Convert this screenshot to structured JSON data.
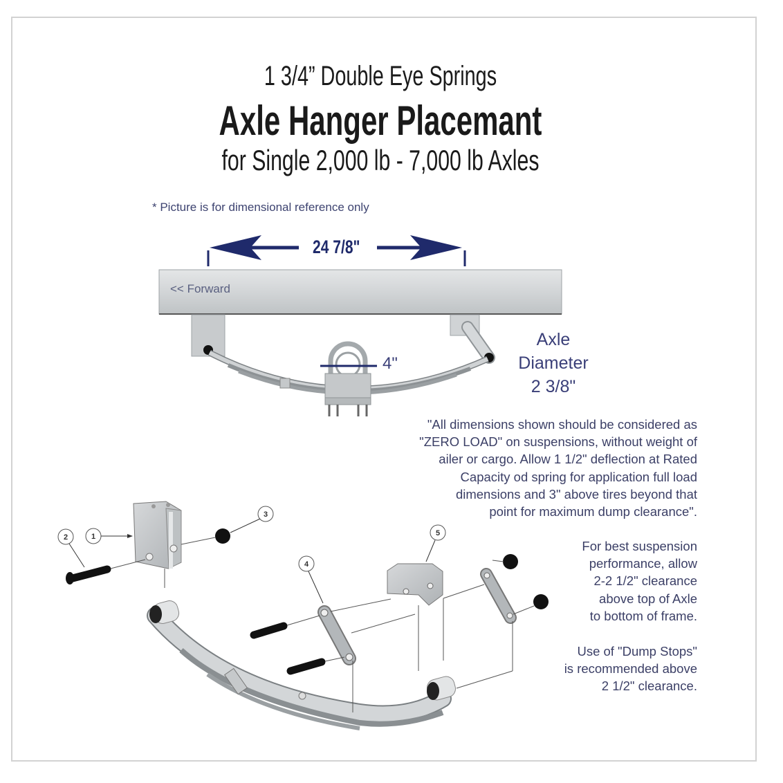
{
  "header": {
    "line1": "1 3/4” Double Eye Springs",
    "line2": "Axle Hanger Placemant",
    "line3": "for Single 2,000 lb - 7,000 lb Axles"
  },
  "note": "* Picture is for dimensional reference only",
  "top_diagram": {
    "hanger_spacing": "24 7/8\"",
    "frame_label": "<< Forward",
    "ubolt_width": "4\"",
    "axle_diameter": {
      "line1": "Axle",
      "line2": "Diameter",
      "line3": "2 3/8\""
    }
  },
  "notes": {
    "zero_load": "\"All dimensions shown should be considered as \"ZERO LOAD\" on suspensions, without weight of ailer or cargo. Allow 1 1/2\" deflection at Rated Capacity od spring for application full load dimensions and 3\" above tires beyond that point for maximum dump clearance\".",
    "zero_load_lines": [
      "\"All dimensions shown should be considered as",
      "\"ZERO LOAD\" on suspensions, without weight of",
      "ailer or cargo. Allow 1 1/2\" deflection at Rated",
      "Capacity od spring for application full load",
      "dimensions and 3\" above tires beyond that",
      "point for maximum dump clearance\"."
    ],
    "clearance_lines": [
      "For best suspension",
      "performance, allow",
      "2-2 1/2\" clearance",
      "above top of Axle",
      "to bottom of frame."
    ],
    "dump_stop_lines": [
      "Use of \"Dump Stops\"",
      "is recommended above",
      "2 1/2\" clearance."
    ]
  },
  "exploded_view": {
    "callouts": [
      "1",
      "2",
      "3",
      "4",
      "5"
    ]
  },
  "colors": {
    "accent_blue": "#1f2a6b",
    "text_blue": "#3a3f78",
    "metal": "#c9ccce",
    "frame_border": "#d2d2d2"
  }
}
